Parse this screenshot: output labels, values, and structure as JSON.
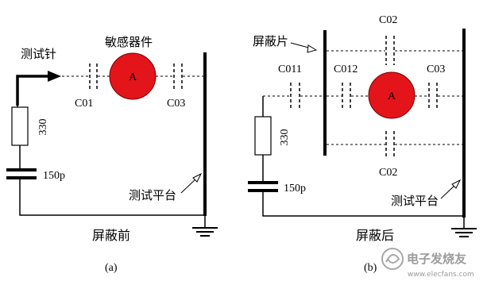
{
  "left": {
    "probe_label": "测试针",
    "sensitive_label": "敏感器件",
    "meter_symbol": "A",
    "cap_c01": "C01",
    "cap_c03": "C03",
    "resistor_value": "330",
    "capacitor_value": "150p",
    "platform_label": "测试平台",
    "caption": "屏蔽前",
    "panel_letter": "(a)"
  },
  "right": {
    "shield_label": "屏蔽片",
    "cap_c02_top": "C02",
    "cap_c011": "C011",
    "cap_c012": "C012",
    "meter_symbol": "A",
    "cap_c03": "C03",
    "cap_c02_bottom": "C02",
    "resistor_value": "330",
    "capacitor_value": "150p",
    "platform_label": "测试平台",
    "caption": "屏蔽后",
    "panel_letter": "(b)"
  },
  "watermark": {
    "text": "电子发烧友",
    "sub": "www.elecfans.com"
  },
  "colors": {
    "line": "#000000",
    "meter_fill": "#e4141b",
    "meter_stroke": "#7a0000"
  }
}
